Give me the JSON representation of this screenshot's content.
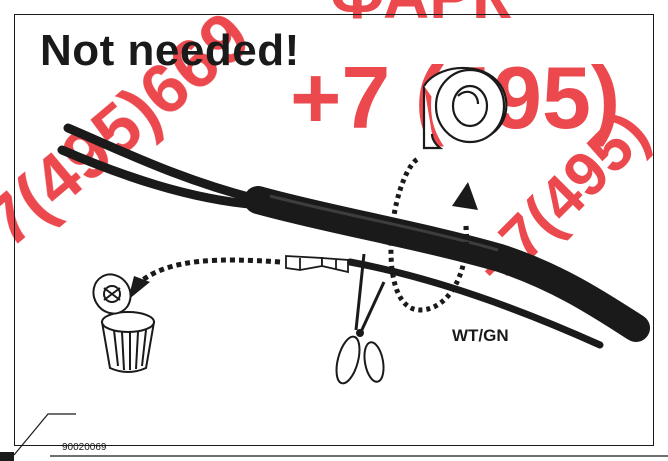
{
  "title": "Not needed!",
  "wire_label": "WT/GN",
  "figure_code": "90020069",
  "colors": {
    "ink": "#1a1a1a",
    "watermark": "#e8292f",
    "background": "#ffffff"
  },
  "icons": [
    "tape-roll-icon",
    "trash-can-icon",
    "scissors-icon",
    "terminal-connector-icon",
    "dotted-arrow-icon",
    "wrap-arrow-icon"
  ]
}
